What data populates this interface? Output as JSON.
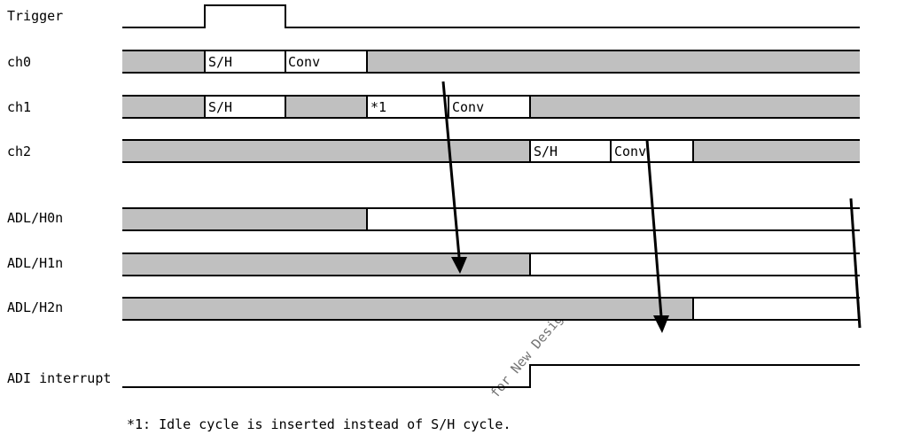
{
  "signals": {
    "trigger": "Trigger",
    "ch0": "ch0",
    "ch1": "ch1",
    "ch2": "ch2",
    "adl_h0n": "ADL/H0n",
    "adl_h1n": "ADL/H1n",
    "adl_h2n": "ADL/H2n",
    "adi_interrupt": "ADI interrupt"
  },
  "phases": {
    "sample_hold": "S/H",
    "conversion": "Conv",
    "idle_marker": "*1"
  },
  "footnote": "*1: Idle cycle is inserted instead of S/H cycle.",
  "watermark": "for New Designs",
  "colors": {
    "busy_fill": "#c0c0c0",
    "line": "#000000",
    "watermark": "#d9d9d9"
  }
}
